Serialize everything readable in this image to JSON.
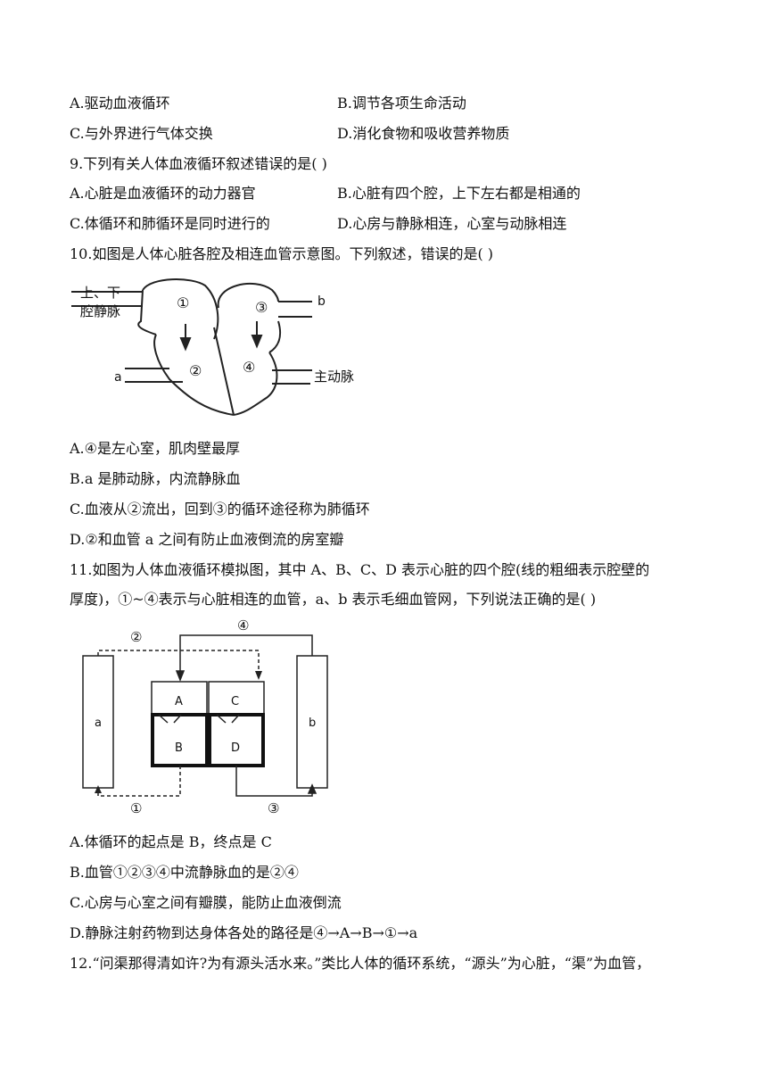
{
  "q8": {
    "opt_a": "A.驱动血液循环",
    "opt_b": "B.调节各项生命活动",
    "opt_c": "C.与外界进行气体交换",
    "opt_d": "D.消化食物和吸收营养物质"
  },
  "q9": {
    "stem": "9.下列有关人体血液循环叙述错误的是(   )",
    "opt_a": "A.心脏是血液循环的动力器官",
    "opt_b": "B.心脏有四个腔，上下左右都是相通的",
    "opt_c": "C.体循环和肺循环是同时进行的",
    "opt_d": "D.心房与静脉相连，心室与动脉相连"
  },
  "q10": {
    "stem": "10.如图是人体心脏各腔及相连血管示意图。下列叙述，错误的是(   )",
    "figure": {
      "label_vena_line1": "上、下",
      "label_vena_line2": "腔静脉",
      "label_b": "b",
      "label_a": "a",
      "label_aorta": "主动脉",
      "chamber_1": "①",
      "chamber_2": "②",
      "chamber_3": "③",
      "chamber_4": "④"
    },
    "opt_a": "A.④是左心室，肌肉壁最厚",
    "opt_b": "B.a 是肺动脉，内流静脉血",
    "opt_c": "C.血液从②流出，回到③的循环途径称为肺循环",
    "opt_d": "D.②和血管 a 之间有防止血液倒流的房室瓣"
  },
  "q11": {
    "stem_line1": "11.如图为人体血液循环模拟图，其中 A、B、C、D 表示心脏的四个腔(线的粗细表示腔壁的",
    "stem_line2": "厚度)，①~④表示与心脏相连的血管，a、b 表示毛细血管网，下列说法正确的是(   )",
    "figure": {
      "box_a": "a",
      "box_b": "b",
      "chamber_A": "A",
      "chamber_B": "B",
      "chamber_C": "C",
      "chamber_D": "D",
      "vessel_1": "①",
      "vessel_2": "②",
      "vessel_3": "③",
      "vessel_4": "④"
    },
    "opt_a": "A.体循环的起点是 B，终点是 C",
    "opt_b": "B.血管①②③④中流静脉血的是②④",
    "opt_c": "C.心房与心室之间有瓣膜，能防止血液倒流",
    "opt_d": "D.静脉注射药物到达身体各处的路径是④→A→B→①→a"
  },
  "q12": {
    "stem_line1": "12.“问渠那得清如许?为有源头活水来。”类比人体的循环系统，“源头”为心脏，“渠”为血管，"
  }
}
